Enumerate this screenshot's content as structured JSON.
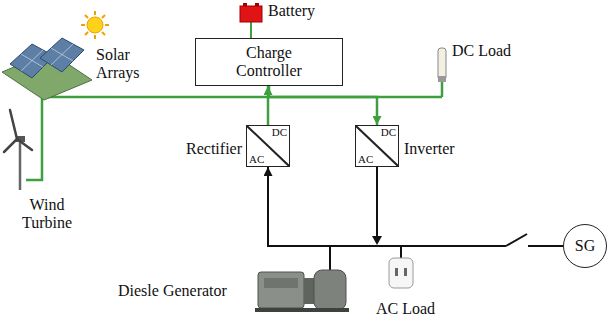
{
  "diagram": {
    "nodes": [
      {
        "text": [
          "Charge Controller"
        ]
      },
      {
        "text": [
          "Rectifier",
          "DC",
          "AC"
        ]
      },
      {
        "text": [
          "DC",
          "AC",
          "Inverter"
        ]
      },
      {
        "text": [
          "SG"
        ]
      }
    ],
    "edges": [
      {
        "from": 1,
        "to": 0,
        "arrow": "to"
      },
      {
        "from": 0,
        "to": 2,
        "arrow": "to"
      },
      {
        "from": 3,
        "to": 1,
        "arrow": "to"
      }
    ],
    "labels": [
      "Battery",
      "Solar Arrays",
      "Wind Turbine",
      "DC Load",
      "Diesle Generator",
      "AC Load"
    ]
  }
}
